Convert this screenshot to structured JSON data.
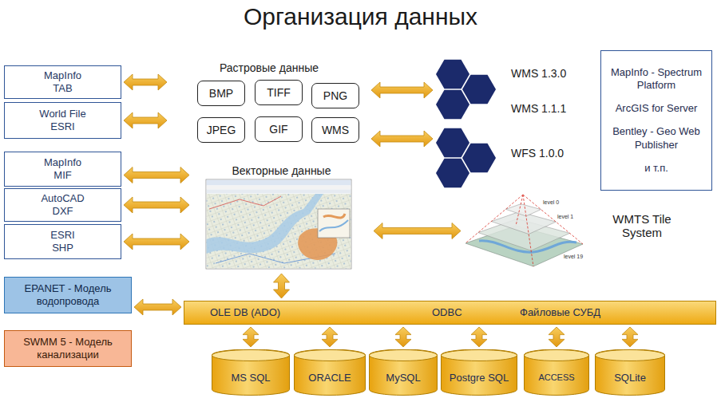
{
  "diagram": {
    "title": "Организация данных",
    "nodes": [
      {
        "text": [
          "MapInfo TAB"
        ]
      },
      {
        "text": [
          "World File ESRI"
        ]
      },
      {
        "text": [
          "MapInfo MIF"
        ]
      },
      {
        "text": [
          "AutoCAD DXF"
        ]
      },
      {
        "text": [
          "ESRI SHP"
        ]
      },
      {
        "text": [
          "EPANET - Модель водопровода"
        ]
      },
      {
        "text": [
          "SWMM 5 - Модель канализации"
        ]
      },
      {
        "text": [
          "Растровые данные"
        ]
      },
      {
        "text": [
          "BMP"
        ],
        "in": 7
      },
      {
        "text": [
          "TIFF"
        ],
        "in": 7
      },
      {
        "text": [
          "PNG"
        ],
        "in": 7
      },
      {
        "text": [
          "JPEG"
        ],
        "in": 7
      },
      {
        "text": [
          "GIF"
        ],
        "in": 7
      },
      {
        "text": [
          "WMS"
        ],
        "in": 7
      },
      {
        "text": [
          "Векторные данные"
        ]
      },
      {
        "text": [
          "WMS 1.3.0",
          "WMS 1.1.1"
        ]
      },
      {
        "text": [
          "WFS 1.0.0"
        ]
      },
      {
        "text": [
          "WMTS Tile System"
        ]
      },
      {
        "text": [
          "MapInfo - Spectrum Platform",
          "ArcGIS for Server",
          "Bentley - Geo Web Publisher",
          "и т.п."
        ]
      },
      {
        "text": [
          "OLE DB (ADO)",
          "ODBC",
          "Файловые СУБД"
        ]
      },
      {
        "text": [
          "MS SQL"
        ]
      },
      {
        "text": [
          "ORACLE"
        ]
      },
      {
        "text": [
          "MySQL"
        ]
      },
      {
        "text": [
          "Postgre SQL"
        ]
      },
      {
        "text": [
          "ACCESS"
        ]
      },
      {
        "text": [
          "SQLite"
        ]
      }
    ],
    "edges": [
      {
        "from": 0,
        "to": 7,
        "arrow": "both"
      },
      {
        "from": 1,
        "to": 7,
        "arrow": "both"
      },
      {
        "from": 2,
        "to": 14,
        "arrow": "both"
      },
      {
        "from": 3,
        "to": 14,
        "arrow": "both"
      },
      {
        "from": 4,
        "to": 14,
        "arrow": "both"
      },
      {
        "from": 7,
        "to": 15,
        "arrow": "both"
      },
      {
        "from": 7,
        "to": 16,
        "arrow": "both"
      },
      {
        "from": 14,
        "to": 17,
        "arrow": "both"
      },
      {
        "from": 5,
        "to": 19,
        "arrow": "both"
      },
      {
        "from": 14,
        "to": 19,
        "arrow": "both"
      },
      {
        "from": 19,
        "to": 20,
        "arrow": "both"
      },
      {
        "from": 19,
        "to": 21,
        "arrow": "both"
      },
      {
        "from": 19,
        "to": 22,
        "arrow": "both"
      },
      {
        "from": 19,
        "to": 23,
        "arrow": "both"
      },
      {
        "from": 19,
        "to": 24,
        "arrow": "both"
      },
      {
        "from": 19,
        "to": 25,
        "arrow": "both"
      }
    ],
    "labels": [
      "level 0",
      "level 1",
      "level 19"
    ]
  }
}
